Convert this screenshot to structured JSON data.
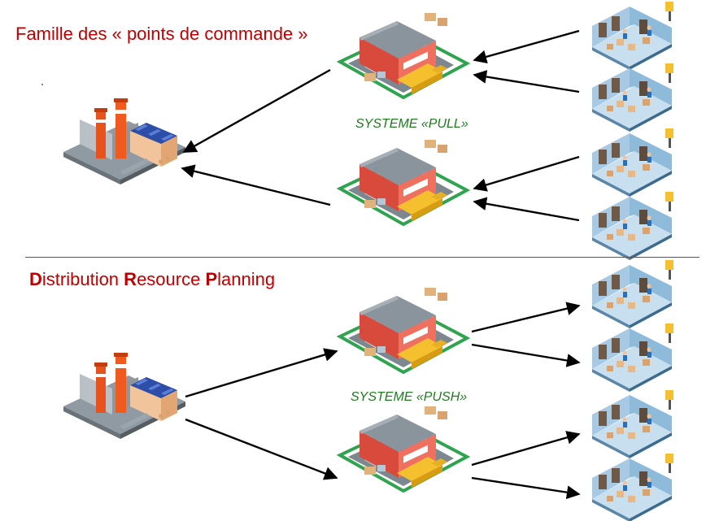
{
  "sections": {
    "top": {
      "title": "Famille des « points de commande »",
      "system_label": "SYSTEME «PULL»"
    },
    "bottom": {
      "title_parts": [
        {
          "bold": "D",
          "rest": "istribution "
        },
        {
          "bold": "R",
          "rest": "esource "
        },
        {
          "bold": "P",
          "rest": "lanning"
        }
      ],
      "system_label": "SYSTEME «PUSH»"
    }
  },
  "colors": {
    "title": "#c00000",
    "system_label": "#1e7b1e",
    "arrow": "#000000"
  },
  "icons": [
    "factory-icon",
    "warehouse-icon",
    "store-icon"
  ]
}
